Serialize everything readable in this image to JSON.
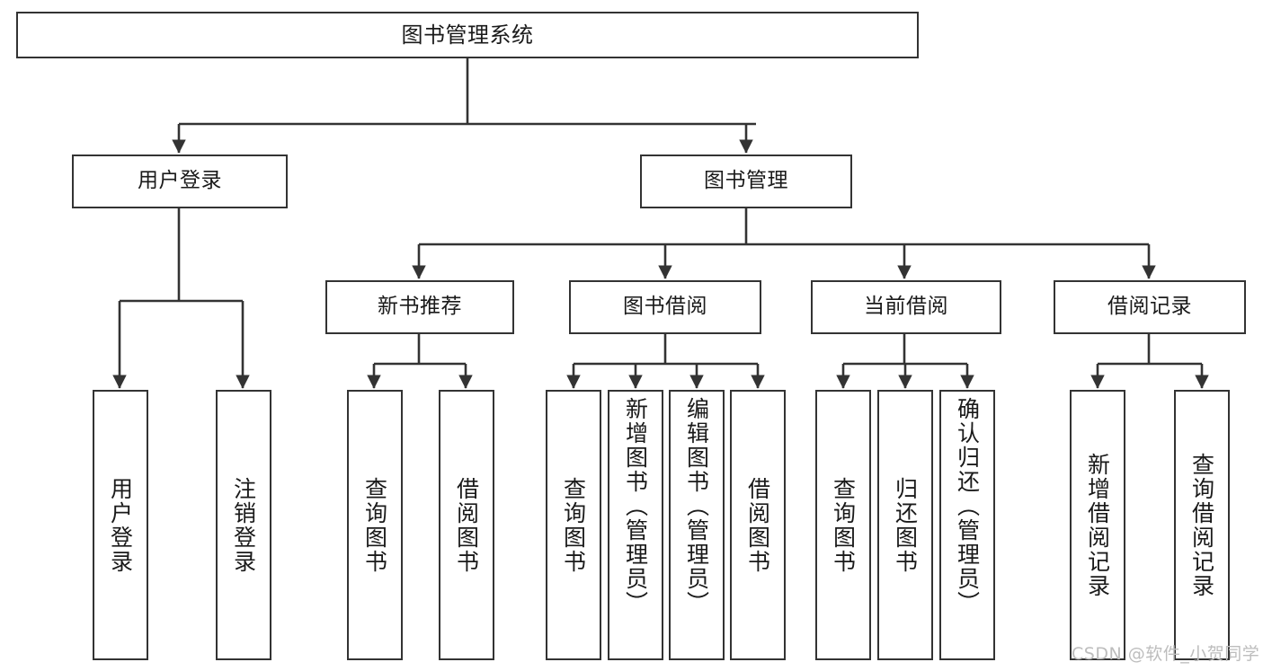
{
  "diagram": {
    "title": "图书管理系统",
    "type": "tree",
    "orientation": "top-down",
    "stroke_color": "#333333",
    "node_fill": "#ffffff",
    "background": "#ffffff",
    "text_color": "#1a1a1a"
  },
  "nodes": {
    "root": {
      "label": "图书管理系统"
    },
    "level1": [
      {
        "id": "user-login",
        "label": "用户登录"
      },
      {
        "id": "book-management",
        "label": "图书管理"
      }
    ],
    "level2": [
      {
        "id": "new-book-recommend",
        "label": "新书推荐"
      },
      {
        "id": "book-borrow",
        "label": "图书借阅"
      },
      {
        "id": "current-borrow",
        "label": "当前借阅"
      },
      {
        "id": "borrow-record",
        "label": "借阅记录"
      }
    ],
    "leaves": {
      "user_login": [
        {
          "id": "leaf-user-login",
          "label": "用户登录"
        },
        {
          "id": "leaf-logout-login",
          "label": "注销登录"
        }
      ],
      "new_book_recommend": [
        {
          "id": "leaf-query-book-1",
          "label": "查询图书"
        },
        {
          "id": "leaf-borrow-book-1",
          "label": "借阅图书"
        }
      ],
      "book_borrow": [
        {
          "id": "leaf-query-book-2",
          "label": "查询图书"
        },
        {
          "id": "leaf-add-book",
          "label": "新增图书（管理员）"
        },
        {
          "id": "leaf-edit-book",
          "label": "编辑图书（管理员）"
        },
        {
          "id": "leaf-borrow-book-2",
          "label": "借阅图书"
        }
      ],
      "current_borrow": [
        {
          "id": "leaf-query-book-3",
          "label": "查询图书"
        },
        {
          "id": "leaf-return-book",
          "label": "归还图书"
        },
        {
          "id": "leaf-confirm-return",
          "label": "确认归还（管理员）"
        }
      ],
      "borrow_record": [
        {
          "id": "leaf-add-record",
          "label": "新增借阅记录"
        },
        {
          "id": "leaf-query-record",
          "label": "查询借阅记录"
        }
      ]
    }
  },
  "watermark": {
    "text": "CSDN @软件_小贺同学"
  }
}
